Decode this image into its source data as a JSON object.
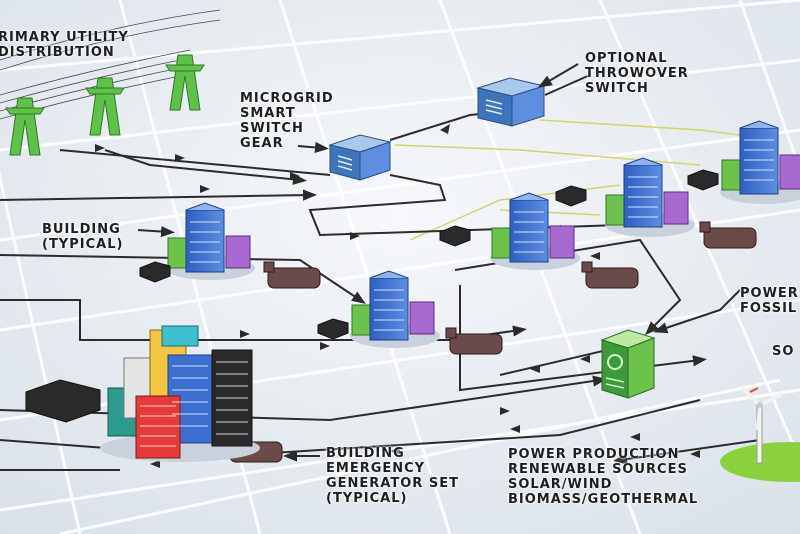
{
  "labels": {
    "primary_utility": [
      "RIMARY UTILITY",
      "DISTRIBUTION"
    ],
    "microgrid": [
      "MICROGRID",
      "SMART",
      "SWITCH",
      "GEAR"
    ],
    "throwover": [
      "OPTIONAL",
      "THROWOVER",
      "SWITCH"
    ],
    "building": [
      "BUILDING",
      "(TYPICAL)"
    ],
    "power_fossil": [
      "POWER",
      "FOSSIL"
    ],
    "solar_cut": [
      "SO"
    ],
    "renewable": [
      "POWER PRODUCTION",
      "RENEWABLE SOURCES",
      "SOLAR/WIND",
      "BIOMASS/GEOTHERMAL"
    ],
    "generator": [
      "BUILDING",
      "EMERGENCY",
      "GENERATOR SET",
      "(TYPICAL)"
    ]
  },
  "colors": {
    "ground": "#e9eef3",
    "grid_line": "#ffffff",
    "power_line": "#2b2b2b",
    "signal_line": "#d8d86a",
    "pylon": "#5fc04a",
    "switch_box": "#4f86c6",
    "fossil_box": "#4aa84a",
    "tower_blue": "#3d6fd1",
    "tower_purple": "#a86ad0",
    "tower_green": "#6cc24a",
    "generator": "#6b4a4a",
    "meter_box": "#2a2a2a",
    "wind_turbine": "#f2f2f2",
    "grass": "#8ad13c"
  },
  "icons": [
    "transmission-pylon-icon",
    "switch-gear-icon",
    "throwover-switch-icon",
    "building-cluster-icon",
    "generator-icon",
    "meter-box-icon",
    "fossil-plant-icon",
    "wind-turbine-icon",
    "city-icon"
  ]
}
